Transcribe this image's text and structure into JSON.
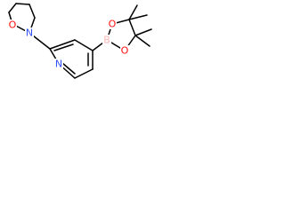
{
  "molecule": {
    "atoms": {
      "o_morph": {
        "symbol": "O",
        "color": "#ff0d0d"
      },
      "n_morph": {
        "symbol": "N",
        "color": "#3050f8"
      },
      "n_pyr": {
        "symbol": "N",
        "color": "#3050f8"
      },
      "b": {
        "symbol": "B",
        "color": "#ffb5b5"
      },
      "o_bor1": {
        "symbol": "O",
        "color": "#ff0d0d"
      },
      "o_bor2": {
        "symbol": "O",
        "color": "#ff0d0d"
      }
    }
  }
}
